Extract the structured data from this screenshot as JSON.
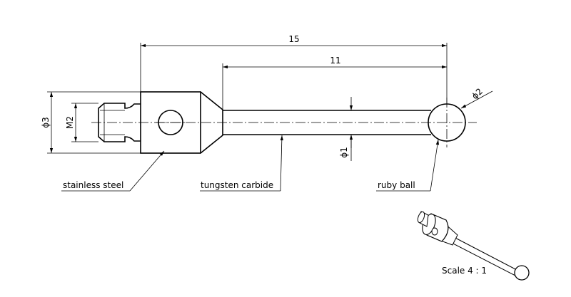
{
  "dimensions": {
    "overall_length": "15",
    "stem_length": "11",
    "ball_diameter": "ϕ2",
    "body_diameter": "ϕ3",
    "thread": "M2",
    "stem_diameter": "ϕ1"
  },
  "labels": {
    "body_material": "stainless steel",
    "stem_material": "tungsten carbide",
    "ball_material": "ruby ball"
  },
  "scale_note": "Scale 4 : 1"
}
